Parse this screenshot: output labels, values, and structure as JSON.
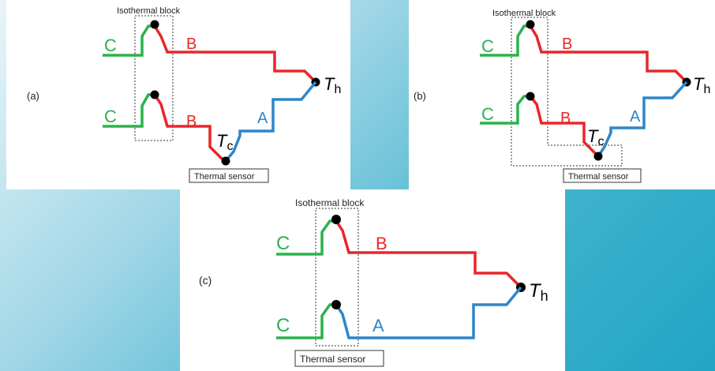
{
  "colors": {
    "wire_c": "#2bb24c",
    "wire_b": "#e8272a",
    "wire_a": "#2e86c8",
    "junction": "#000000",
    "text_c": "#2bb24c",
    "text_b": "#e8272a",
    "text_a": "#2e86c8"
  },
  "labels": {
    "wire_c": "C",
    "wire_b": "B",
    "wire_a": "A",
    "t_main": "T",
    "t_hot_sub": "h",
    "t_cold_sub": "c",
    "isothermal_block": "Isothermal block",
    "thermal_sensor": "Thermal sensor"
  },
  "panels": {
    "a": {
      "tag": "(a)"
    },
    "b": {
      "tag": "(b)"
    },
    "c": {
      "tag": "(c)"
    }
  }
}
